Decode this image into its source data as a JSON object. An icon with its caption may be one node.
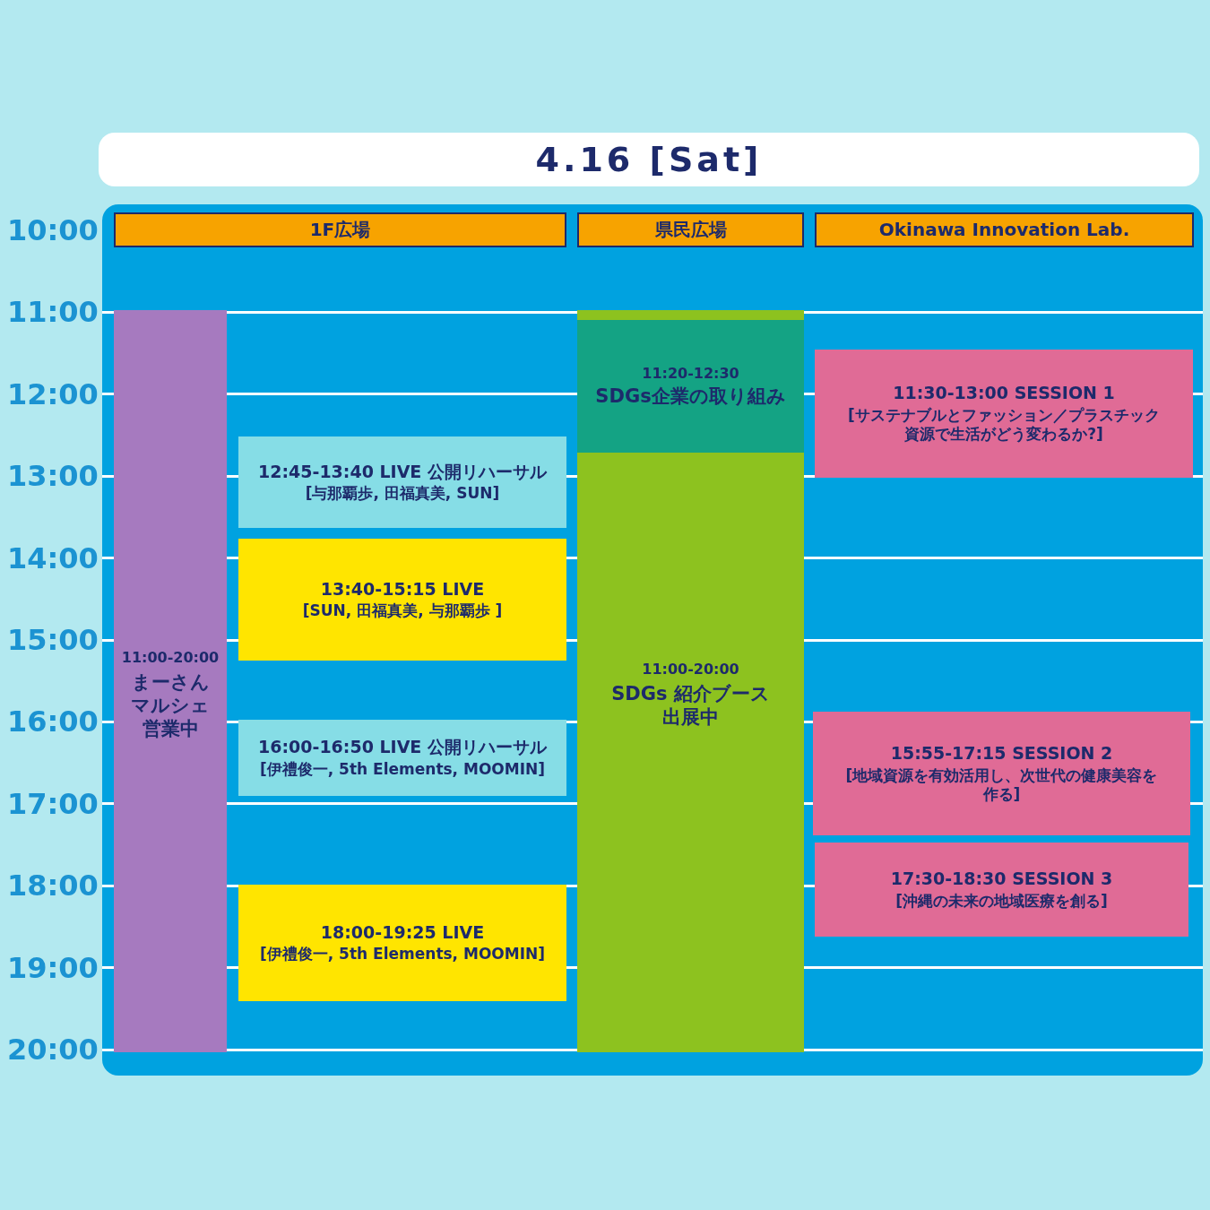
{
  "diagram": {
    "title": "4.16 [Sat]",
    "nodes": [
      {
        "text": [
          "1F広場"
        ]
      },
      {
        "text": [
          "県民広場"
        ]
      },
      {
        "text": [
          "Okinawa Innovation Lab."
        ]
      },
      {
        "text": [
          "11:00-20:00",
          "まーさんマルシェ営業中"
        ]
      },
      {
        "text": [
          "12:45-13:40 LIVE 公開リハーサル",
          "[与那覇歩, 田福真美, SUN]"
        ]
      },
      {
        "text": [
          "13:40-15:15 LIVE",
          "[SUN, 田福真美, 与那覇歩 ]"
        ]
      },
      {
        "text": [
          "16:00-16:50 LIVE 公開リハーサル",
          "[伊禮俊一, 5th Elements, MOOMIN]"
        ]
      },
      {
        "text": [
          "18:00-19:25 LIVE",
          "[伊禮俊一, 5th Elements, MOOMIN]"
        ]
      },
      {
        "text": [
          "11:00-20:00",
          "SDGs 紹介ブース出展中"
        ]
      },
      {
        "text": [
          "11:20-12:30",
          "SDGs企業の取り組み"
        ],
        "in": 8
      },
      {
        "text": [
          "11:30-13:00 SESSION 1",
          "[サステナブルとファッション／プラスチック資源で生活がどう変わるか?]"
        ]
      },
      {
        "text": [
          "15:55-17:15 SESSION 2",
          "[地域資源を有効活用し、次世代の健康美容を作る]"
        ]
      },
      {
        "text": [
          "17:30-18:30 SESSION 3",
          "[沖縄の未来の地域医療を創る]"
        ]
      }
    ],
    "labels": [
      "10:00",
      "11:00",
      "12:00",
      "13:00",
      "14:00",
      "15:00",
      "16:00",
      "17:00",
      "18:00",
      "19:00",
      "20:00"
    ]
  }
}
